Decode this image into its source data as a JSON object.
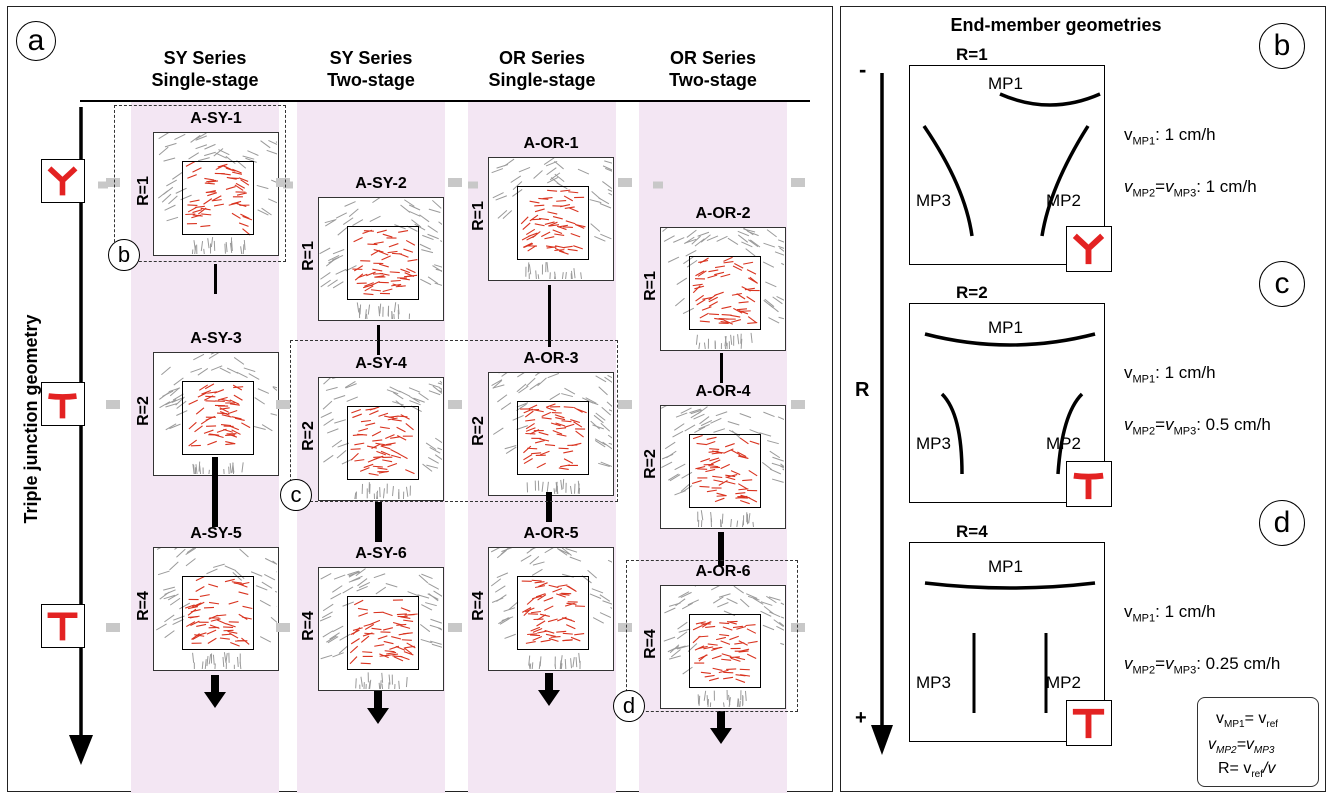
{
  "panel_a": {
    "label": "a",
    "axis_title": "Triple junction geometry",
    "columns": [
      {
        "line1": "SY Series",
        "line2": "Single-stage"
      },
      {
        "line1": "SY Series",
        "line2": "Two-stage"
      },
      {
        "line1": "OR Series",
        "line2": "Single-stage"
      },
      {
        "line1": "OR Series",
        "line2": "Two-stage"
      }
    ],
    "models": [
      {
        "name": "A-SY-1",
        "r": "R=1"
      },
      {
        "name": "A-SY-3",
        "r": "R=2"
      },
      {
        "name": "A-SY-5",
        "r": "R=4"
      },
      {
        "name": "A-SY-2",
        "r": "R=1"
      },
      {
        "name": "A-SY-4",
        "r": "R=2"
      },
      {
        "name": "A-SY-6",
        "r": "R=4"
      },
      {
        "name": "A-OR-1",
        "r": "R=1"
      },
      {
        "name": "A-OR-3",
        "r": "R=2"
      },
      {
        "name": "A-OR-5",
        "r": "R=4"
      },
      {
        "name": "A-OR-2",
        "r": "R=1"
      },
      {
        "name": "A-OR-4",
        "r": "R=2"
      },
      {
        "name": "A-OR-6",
        "r": "R=4"
      }
    ],
    "callouts": [
      "b",
      "c",
      "d"
    ]
  },
  "panel_right": {
    "title": "End-member geometries",
    "axis_label": "R",
    "axis_minus": "-",
    "axis_plus": "+",
    "members": [
      {
        "label": "b",
        "r": "R=1",
        "mp1": "MP1",
        "mp2": "MP2",
        "mp3": "MP3",
        "v1_sym": "v",
        "v1_sub": "MP1",
        "v1_val": ": 1 cm/h",
        "v2_sym": "v",
        "v2_sub": "MP2",
        "v3_sub": "MP3",
        "v23_val": ": 1 cm/h"
      },
      {
        "label": "c",
        "r": "R=2",
        "mp1": "MP1",
        "mp2": "MP2",
        "mp3": "MP3",
        "v1_sym": "v",
        "v1_sub": "MP1",
        "v1_val": ": 1 cm/h",
        "v2_sym": "v",
        "v2_sub": "MP2",
        "v3_sub": "MP3",
        "v23_val": ": 0.5 cm/h"
      },
      {
        "label": "d",
        "r": "R=4",
        "mp1": "MP1",
        "mp2": "MP2",
        "mp3": "MP3",
        "v1_sym": "v",
        "v1_sub": "MP1",
        "v1_val": ": 1 cm/h",
        "v2_sym": "v",
        "v2_sub": "MP2",
        "v3_sub": "MP3",
        "v23_val": ": 0.25 cm/h"
      }
    ],
    "legend": {
      "line1_sym": "v",
      "line1_sub": "MP1",
      "line1_eq": "= v",
      "line1_sub2": "ref",
      "line2_sym": "v",
      "line2_sub": "MP2",
      "line2_eq": "=v",
      "line2_sub2": "MP3",
      "line3_pre": "R= v",
      "line3_sub": "ref",
      "line3_post": "/v"
    }
  },
  "colors": {
    "accent": "#e32222",
    "column_bg": "#f3e6f3",
    "fabric_red": "#d9331f",
    "fabric_gray": "#9a9a9a"
  }
}
